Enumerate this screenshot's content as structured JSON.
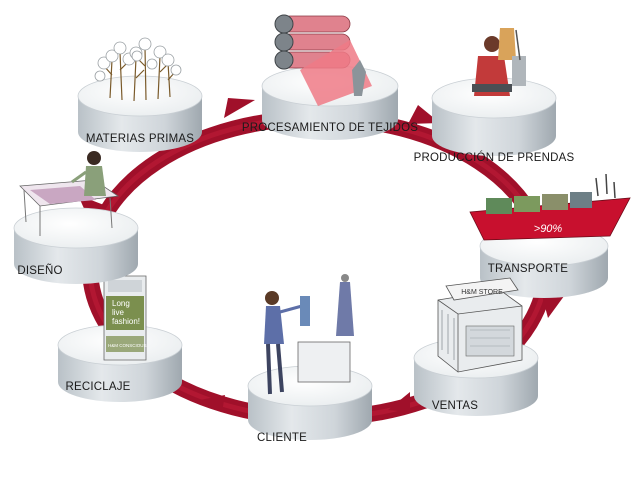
{
  "stages": [
    {
      "id": "materias",
      "label": "MATERIAS PRIMAS"
    },
    {
      "id": "tejidos",
      "label": "PROCESAMIENTO DE TEJIDOS"
    },
    {
      "id": "prendas",
      "label": "PRODUCCIÓN DE PRENDAS"
    },
    {
      "id": "transporte",
      "label": "TRANSPORTE"
    },
    {
      "id": "ventas",
      "label": "VENTAS"
    },
    {
      "id": "cliente",
      "label": "CLIENTE"
    },
    {
      "id": "reciclaje",
      "label": "RECICLAJE"
    },
    {
      "id": "diseno",
      "label": "DISEÑO"
    }
  ],
  "ship_badge": ">90%",
  "store_sign": "H&M STORE",
  "recycle_box": {
    "line1": "Long",
    "line2": "live",
    "line3": "fashion!",
    "brand": "H&M CONSCIOUS"
  },
  "colors": {
    "arrow": "#a0102a",
    "disc_top": "#f4f6f7",
    "disc_side": "#d9dee2"
  }
}
